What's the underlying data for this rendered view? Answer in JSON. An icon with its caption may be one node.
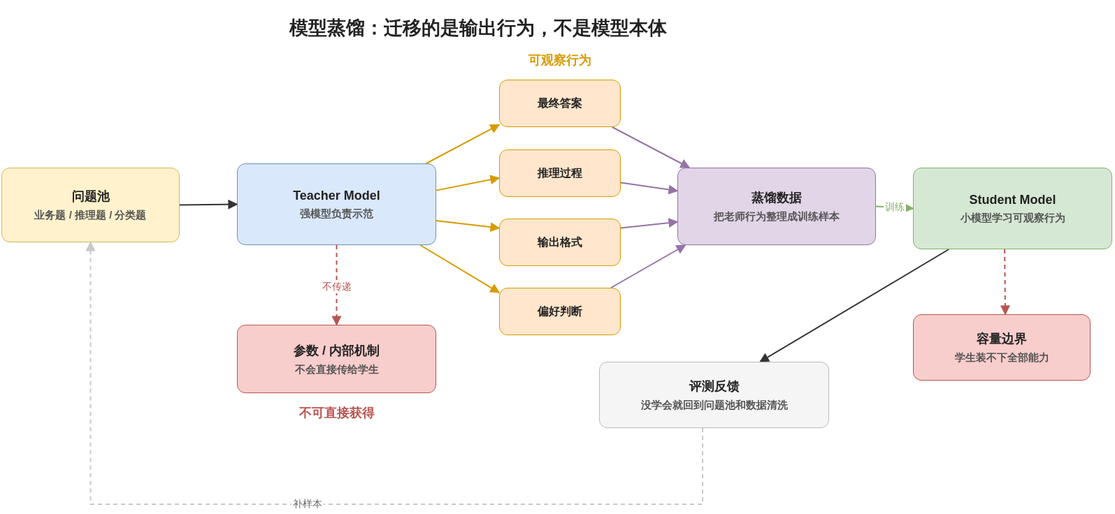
{
  "diagram": {
    "title": "模型蒸馏：迁移的是输出行为，不是模型本体",
    "nodes": [
      {
        "text": [
          "问题池",
          "业务题 / 推理题 / 分类题"
        ]
      },
      {
        "text": [
          "Teacher Model",
          "强模型负责示范"
        ]
      },
      {
        "text": [
          "最终答案"
        ]
      },
      {
        "text": [
          "推理过程"
        ]
      },
      {
        "text": [
          "输出格式"
        ]
      },
      {
        "text": [
          "偏好判断"
        ]
      },
      {
        "text": [
          "蒸馏数据",
          "把老师行为整理成训练样本"
        ]
      },
      {
        "text": [
          "Student Model",
          "小模型学习可观察行为"
        ]
      },
      {
        "text": [
          "参数 / 内部机制",
          "不会直接传给学生"
        ],
        "beside": [
          "不可直接获得"
        ]
      },
      {
        "text": [
          "容量边界",
          "学生装不下全部能力"
        ]
      },
      {
        "text": [
          "评测反馈",
          "没学会就回到问题池和数据清洗"
        ]
      }
    ],
    "edges": [
      {
        "from": 0,
        "to": 1,
        "arrow": "to",
        "color": "#333333"
      },
      {
        "from": 1,
        "to": 2,
        "arrow": "to",
        "color": "#d79b00"
      },
      {
        "from": 1,
        "to": 3,
        "arrow": "to",
        "color": "#d79b00"
      },
      {
        "from": 1,
        "to": 4,
        "arrow": "to",
        "color": "#d79b00"
      },
      {
        "from": 1,
        "to": 5,
        "arrow": "to",
        "color": "#d79b00"
      },
      {
        "from": 2,
        "to": 6,
        "arrow": "to",
        "color": "#9673a6"
      },
      {
        "from": 3,
        "to": 6,
        "arrow": "to",
        "color": "#9673a6"
      },
      {
        "from": 4,
        "to": 6,
        "arrow": "to",
        "color": "#9673a6"
      },
      {
        "from": 5,
        "to": 6,
        "arrow": "to",
        "color": "#9673a6"
      },
      {
        "from": 6,
        "to": 7,
        "arrow": "to",
        "label": "训练",
        "color": "#82b366"
      },
      {
        "from": 1,
        "to": 8,
        "arrow": "to",
        "label": "不传递",
        "style": "dashed",
        "color": "#b85450"
      },
      {
        "from": 7,
        "to": 9,
        "arrow": "to",
        "style": "dashed",
        "color": "#b85450"
      },
      {
        "from": 7,
        "to": 10,
        "arrow": "to",
        "color": "#333333"
      },
      {
        "from": 10,
        "to": 0,
        "arrow": "to",
        "label": "补样本",
        "style": "dashed",
        "color": "#c8c8c8"
      }
    ],
    "labels": [
      "可观察行为"
    ]
  }
}
